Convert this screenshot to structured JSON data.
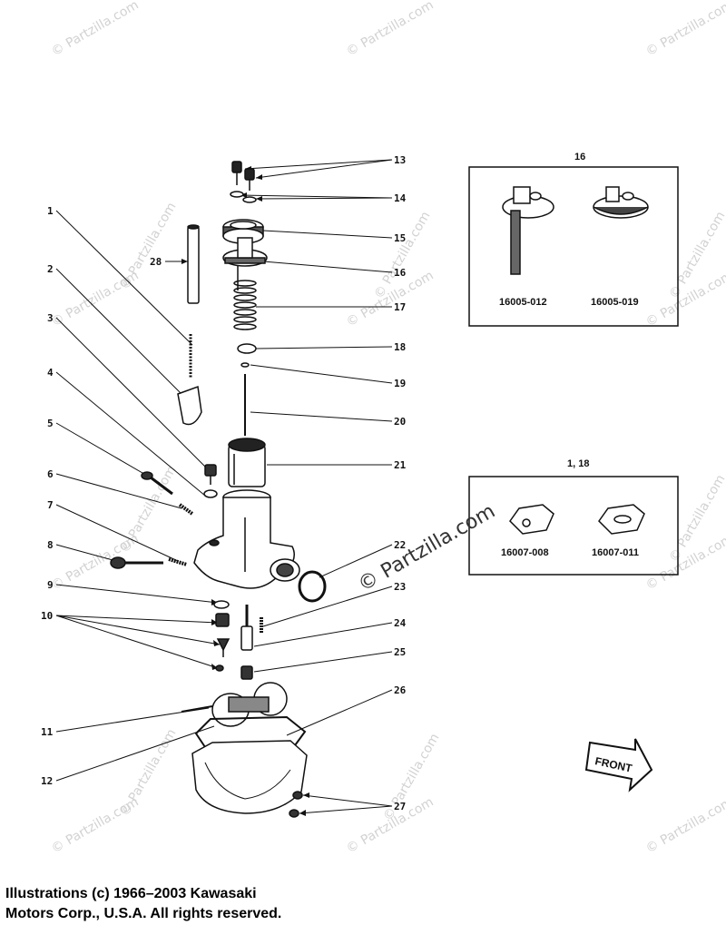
{
  "watermark": {
    "text": "© Partzilla.com",
    "big_text": "© Partzilla.com"
  },
  "callouts": [
    "1",
    "2",
    "3",
    "4",
    "5",
    "6",
    "7",
    "8",
    "9",
    "10",
    "11",
    "12",
    "13",
    "14",
    "15",
    "16",
    "17",
    "18",
    "19",
    "20",
    "21",
    "22",
    "23",
    "24",
    "25",
    "26",
    "27",
    "28"
  ],
  "inset_top": {
    "title": "16",
    "parts": [
      "16005-012",
      "16005-019"
    ]
  },
  "inset_bottom": {
    "title": "1, 18",
    "parts": [
      "16007-008",
      "16007-011"
    ]
  },
  "front_label": "FRONT",
  "copyright": {
    "line1": "Illustrations (c) 1966–2003 Kawasaki",
    "line2": "Motors Corp., U.S.A.  All rights reserved."
  },
  "colors": {
    "ink": "#111111",
    "watermark": "#d2d2d2"
  }
}
